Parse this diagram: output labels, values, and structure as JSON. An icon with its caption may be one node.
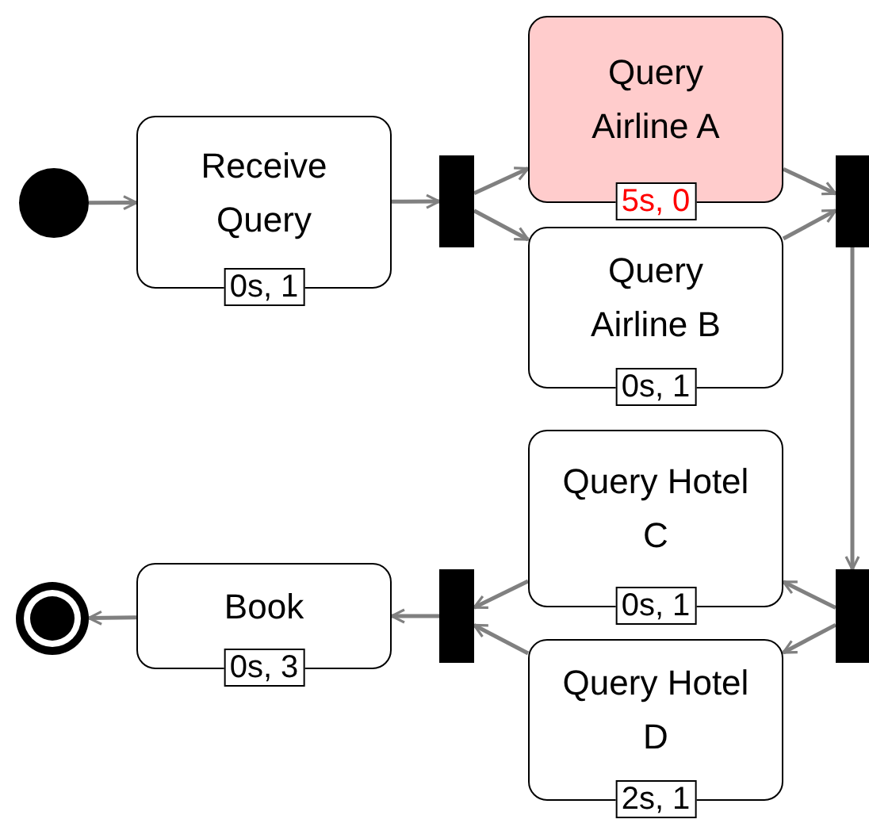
{
  "diagram": {
    "nodes": [
      {
        "text": [],
        "shape": "circle"
      },
      {
        "text": [
          "Receive Query",
          "0s, 1"
        ]
      },
      {
        "text": [],
        "shape": "bar"
      },
      {
        "text": [
          "Query Airline A",
          "5s, 0"
        ]
      },
      {
        "text": [
          "Query Airline B",
          "0s, 1"
        ]
      },
      {
        "text": [],
        "shape": "bar"
      },
      {
        "text": [
          "Query Hotel C",
          "0s, 1"
        ]
      },
      {
        "text": [],
        "shape": "bar"
      },
      {
        "text": [
          "Query Hotel D",
          "2s, 1"
        ]
      },
      {
        "text": [],
        "shape": "bar"
      },
      {
        "text": [
          "Book",
          "0s, 3"
        ]
      },
      {
        "text": [],
        "shape": "bullseye"
      }
    ],
    "edges": [
      {
        "from": 0,
        "to": 1,
        "arrow": "to"
      },
      {
        "from": 1,
        "to": 2,
        "arrow": "to"
      },
      {
        "from": 2,
        "to": 3,
        "arrow": "to"
      },
      {
        "from": 2,
        "to": 4,
        "arrow": "to"
      },
      {
        "from": 3,
        "to": 5,
        "arrow": "to"
      },
      {
        "from": 4,
        "to": 5,
        "arrow": "to"
      },
      {
        "from": 5,
        "to": 7,
        "arrow": "to"
      },
      {
        "from": 7,
        "to": 6,
        "arrow": "to"
      },
      {
        "from": 7,
        "to": 8,
        "arrow": "to"
      },
      {
        "from": 6,
        "to": 9,
        "arrow": "to"
      },
      {
        "from": 8,
        "to": 9,
        "arrow": "to"
      },
      {
        "from": 9,
        "to": 10,
        "arrow": "to"
      },
      {
        "from": 10,
        "to": 11,
        "arrow": "to"
      }
    ]
  }
}
